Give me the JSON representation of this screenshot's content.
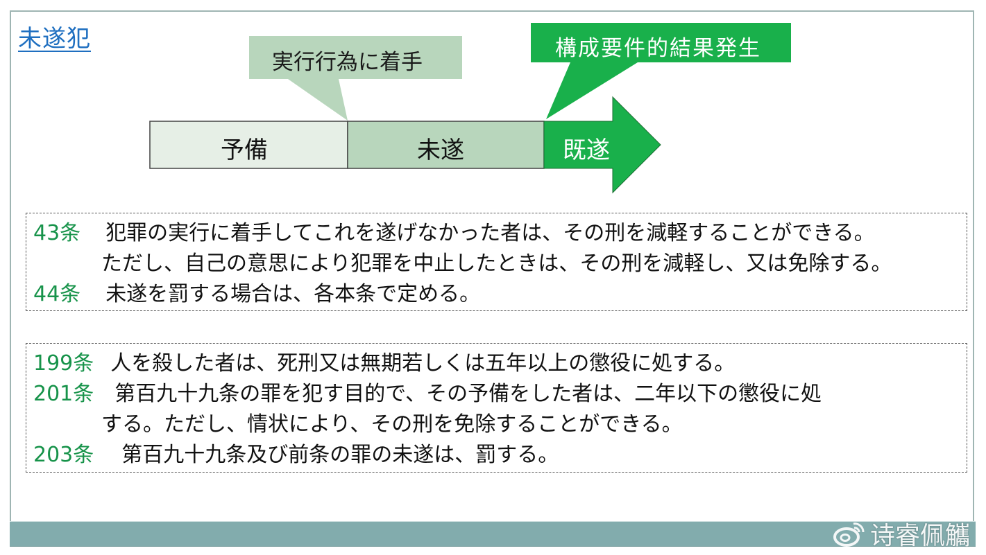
{
  "slide": {
    "title": "未遂犯",
    "colors": {
      "title": "#1f6fc0",
      "callout_light": "#b8d6bc",
      "callout_dark": "#19b04b",
      "stage_yobi": "#e6efe6",
      "stage_misui": "#b8d6bc",
      "stage_kisui": "#19b04b",
      "article_number": "#17934a",
      "footer_bar": "#82acad"
    }
  },
  "diagram": {
    "callouts": [
      {
        "label": "実行行為に着手"
      },
      {
        "label": "構成要件的結果発生"
      }
    ],
    "stages": [
      {
        "label": "予備"
      },
      {
        "label": "未遂"
      },
      {
        "label": "既遂"
      }
    ]
  },
  "articles_box_1": {
    "lines": [
      {
        "number": "43条",
        "text": "犯罪の実行に着手してこれを遂げなかった者は、その刑を減軽することができる。"
      },
      {
        "number": "",
        "text": "ただし、自己の意思により犯罪を中止したときは、その刑を減軽し、又は免除する。"
      },
      {
        "number": "44条",
        "text": "未遂を罰する場合は、各本条で定める。"
      }
    ]
  },
  "articles_box_2": {
    "lines": [
      {
        "number": "199条",
        "text": "人を殺した者は、死刑又は無期若しくは五年以上の懲役に処する。"
      },
      {
        "number": "201条",
        "text": "第百九十九条の罪を犯す目的で、その予備をした者は、二年以下の懲役に処"
      },
      {
        "number": "",
        "text": "する。ただし、情状により、その刑を免除することができる。"
      },
      {
        "number": "203条",
        "text": "第百九十九条及び前条の罪の未遂は、罰する。"
      }
    ]
  },
  "watermark": {
    "icon": "weibo-icon",
    "text": "诗睿佩觿"
  }
}
